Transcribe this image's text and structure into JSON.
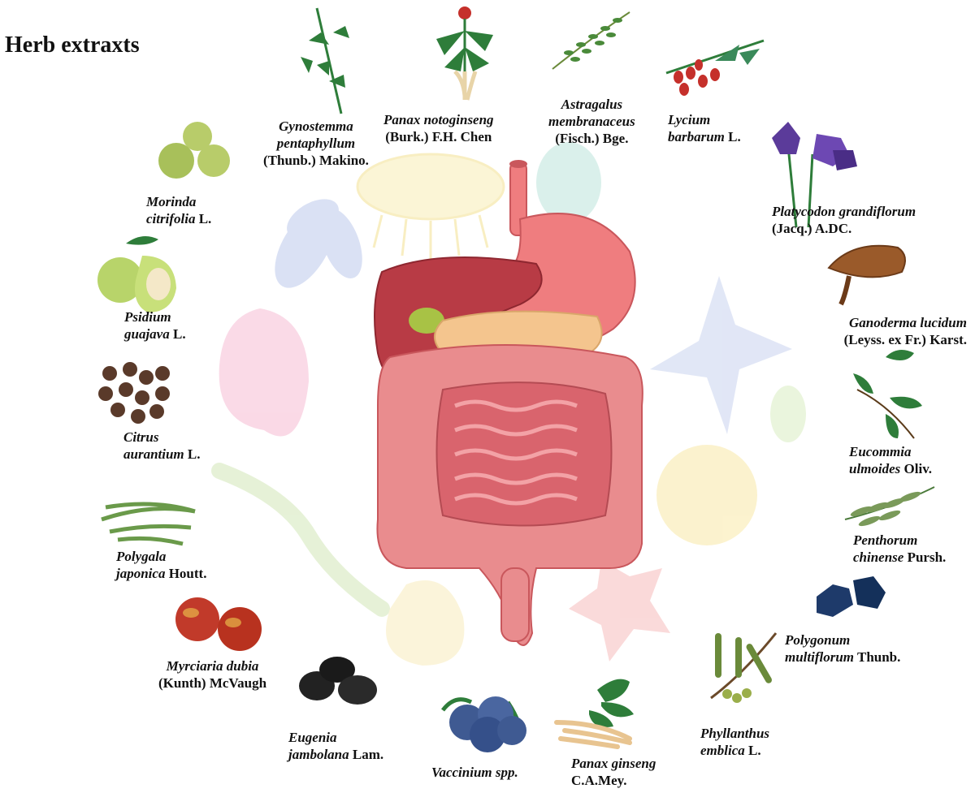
{
  "title": "Herb extraxts",
  "herbs": [
    {
      "id": "gynostemma",
      "lines": [
        [
          "Gynostemma",
          ""
        ],
        [
          "pentaphyllum",
          ""
        ],
        [
          "",
          "(Thunb.) Makino."
        ]
      ],
      "icon": "vine-leaves-icon"
    },
    {
      "id": "panax-noto",
      "lines": [
        [
          "Panax notoginseng",
          ""
        ],
        [
          "",
          "(Burk.) F.H. Chen"
        ]
      ],
      "icon": "ginseng-plant-icon"
    },
    {
      "id": "astragalus",
      "lines": [
        [
          "Astragalus",
          ""
        ],
        [
          "membranaceus",
          ""
        ],
        [
          "",
          "(Fisch.) Bge."
        ]
      ],
      "icon": "pinnate-branch-icon"
    },
    {
      "id": "lycium",
      "lines": [
        [
          "Lycium",
          ""
        ],
        [
          "barbarum",
          " L."
        ]
      ],
      "icon": "goji-branch-icon"
    },
    {
      "id": "platycodon",
      "lines": [
        [
          "Platycodon grandiflorum",
          ""
        ],
        [
          "",
          "(Jacq.) A.DC."
        ]
      ],
      "icon": "bellflower-icon"
    },
    {
      "id": "ganoderma",
      "lines": [
        [
          "Ganoderma lucidum",
          ""
        ],
        [
          "",
          "(Leyss. ex Fr.) Karst."
        ]
      ],
      "icon": "mushroom-icon"
    },
    {
      "id": "eucommia",
      "lines": [
        [
          "Eucommia",
          ""
        ],
        [
          "ulmoides",
          " Oliv."
        ]
      ],
      "icon": "leaf-sprig-icon"
    },
    {
      "id": "penthorum",
      "lines": [
        [
          "Penthorum",
          ""
        ],
        [
          "chinense",
          " Pursh."
        ]
      ],
      "icon": "herb-sprig-icon"
    },
    {
      "id": "polygonum",
      "lines": [
        [
          "Polygonum",
          ""
        ],
        [
          "multiflorum",
          " Thunb."
        ]
      ],
      "icon": "dark-root-pieces-icon"
    },
    {
      "id": "phyllanthus",
      "lines": [
        [
          "Phyllanthus",
          ""
        ],
        [
          "emblica",
          " L."
        ]
      ],
      "icon": "fruit-branch-icon"
    },
    {
      "id": "panax-ginseng",
      "lines": [
        [
          "Panax ginseng",
          ""
        ],
        [
          "",
          "C.A.Mey."
        ]
      ],
      "icon": "ginseng-root-icon"
    },
    {
      "id": "vaccinium",
      "lines": [
        [
          "Vaccinium spp.",
          ""
        ]
      ],
      "icon": "blueberries-icon"
    },
    {
      "id": "eugenia",
      "lines": [
        [
          "Eugenia",
          ""
        ],
        [
          "jambolana",
          " Lam."
        ]
      ],
      "icon": "black-berries-icon"
    },
    {
      "id": "myrciaria",
      "lines": [
        [
          "Myrciaria dubia",
          ""
        ],
        [
          "",
          "(Kunth) McVaugh"
        ]
      ],
      "icon": "camu-camu-icon"
    },
    {
      "id": "polygala",
      "lines": [
        [
          "Polygala",
          ""
        ],
        [
          "japonica",
          " Houtt."
        ]
      ],
      "icon": "dried-herb-icon"
    },
    {
      "id": "citrus",
      "lines": [
        [
          "Citrus",
          ""
        ],
        [
          "aurantium",
          " L."
        ]
      ],
      "icon": "dried-fruits-icon"
    },
    {
      "id": "psidium",
      "lines": [
        [
          "Psidium",
          ""
        ],
        [
          "guajava",
          " L."
        ]
      ],
      "icon": "guava-icon"
    },
    {
      "id": "morinda",
      "lines": [
        [
          "Morinda",
          ""
        ],
        [
          "citrifolia",
          " L."
        ]
      ],
      "icon": "noni-fruit-icon"
    }
  ],
  "colors": {
    "liver": "#b83b45",
    "stomach": "#ef7d7f",
    "intestine": "#e98c8e",
    "small-intestine": "#d9646d",
    "pancreas": "#f4c58e",
    "gallbladder": "#a8c245",
    "leaf": "#2e7d3a",
    "berry": "#c5302b",
    "blueberry": "#3f5a92",
    "mushroom": "#9a5a2a"
  }
}
